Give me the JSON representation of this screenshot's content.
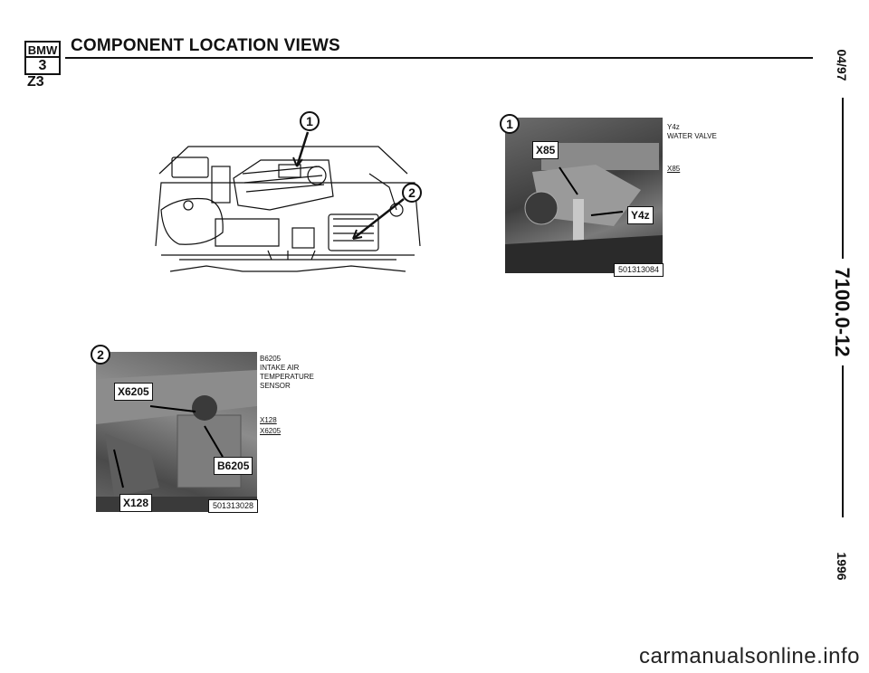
{
  "header": {
    "logo_top": "BMW",
    "logo_bottom": "3",
    "title": "COMPONENT LOCATION VIEWS",
    "model": "Z3"
  },
  "side_strip": {
    "date": "04/97",
    "page_number": "7100.0-12",
    "year": "1996"
  },
  "overview": {
    "callout_1": "1",
    "callout_2": "2"
  },
  "photo1": {
    "callout": "1",
    "tag_x85": "X85",
    "tag_y4z": "Y4z",
    "ref": "501313084",
    "legend": [
      {
        "code": "Y4z",
        "desc": "WATER VALVE"
      },
      {
        "code": "X85",
        "desc": ""
      }
    ]
  },
  "photo2": {
    "callout": "2",
    "tag_x6205": "X6205",
    "tag_b6205": "B6205",
    "tag_x128": "X128",
    "ref": "501313028",
    "legend": [
      {
        "code": "B6205",
        "desc_line1": "INTAKE AIR",
        "desc_line2": "TEMPERATURE",
        "desc_line3": "SENSOR"
      },
      {
        "code": "X128"
      },
      {
        "code": "X6205"
      }
    ]
  },
  "watermark": "carmanualsonline.info"
}
